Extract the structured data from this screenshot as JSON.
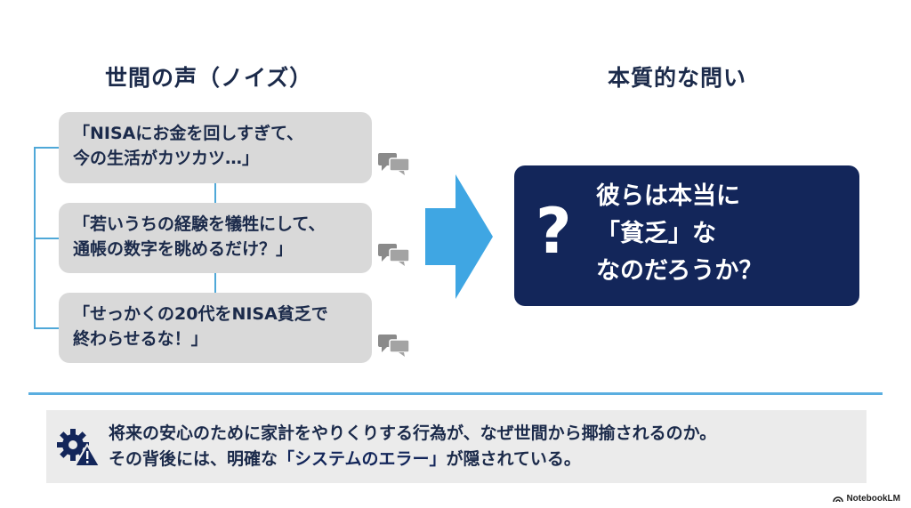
{
  "headings": {
    "left": "世間の声（ノイズ）",
    "right": "本質的な問い"
  },
  "noise": [
    {
      "line1": "「NISAにお金を回しすぎて、",
      "line2": "今の生活がカツカツ…」"
    },
    {
      "line1": "「若いうちの経験を犠牲にして、",
      "line2": "通帳の数字を眺めるだけ？」"
    },
    {
      "line1": "「せっかくの20代をNISA貧乏で",
      "line2": "終わらせるな！」"
    }
  ],
  "question": {
    "mark": "?",
    "line1": "彼らは本当に",
    "line2": "「貧乏」な",
    "line3": "なのだろうか？"
  },
  "bottom": {
    "line1": "将来の安心のために家計をやりくりする行為が、なぜ世間から揶揄されるのか。",
    "line2_pre": "その背後には、明確な",
    "line2_emph": "「システムのエラー」",
    "line2_post": "が隠されている。"
  },
  "branding": {
    "label": "NotebookLM"
  },
  "colors": {
    "navy": "#13265a",
    "accent_blue": "#4fa8d8",
    "bubble_gray": "#d9d9d9",
    "panel_gray": "#ebebeb"
  },
  "icons": {
    "chat": "chat-bubbles-icon",
    "arrow": "right-arrow-icon",
    "gear": "gear-warning-icon",
    "brand": "notebooklm-logo-icon"
  }
}
